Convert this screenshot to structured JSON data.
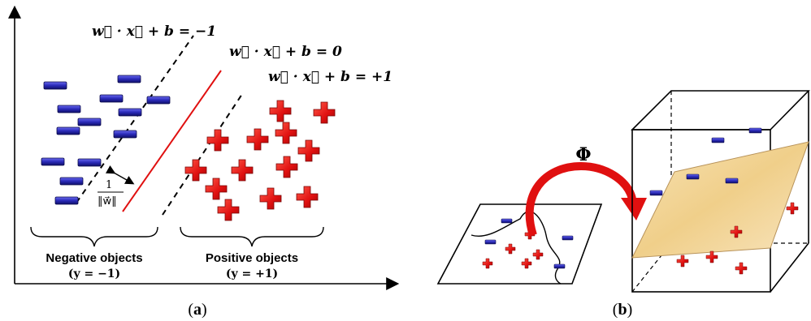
{
  "panel_a": {
    "eq_negative": "w⃗ · x⃗ + b = −1",
    "eq_zero": "w⃗ · x⃗ + b = 0",
    "eq_positive": "w⃗ · x⃗ + b = +1",
    "margin_numerator": "1",
    "margin_denominator": "‖w⃗‖",
    "negative_group_label": "Negative objects",
    "negative_group_y": "(y = −1)",
    "positive_group_label": "Positive objects",
    "positive_group_y": "(y = +1)",
    "caption_open": "(",
    "caption_letter": "a",
    "caption_close": ")"
  },
  "panel_b": {
    "mapping_symbol": "Φ",
    "caption_open": "(",
    "caption_letter": "b",
    "caption_close": ")"
  },
  "colors": {
    "negative": "#2a2ab8",
    "positive": "#e01010",
    "hyperplane": "#e01010",
    "plane_fill": "#f3d9a0"
  }
}
